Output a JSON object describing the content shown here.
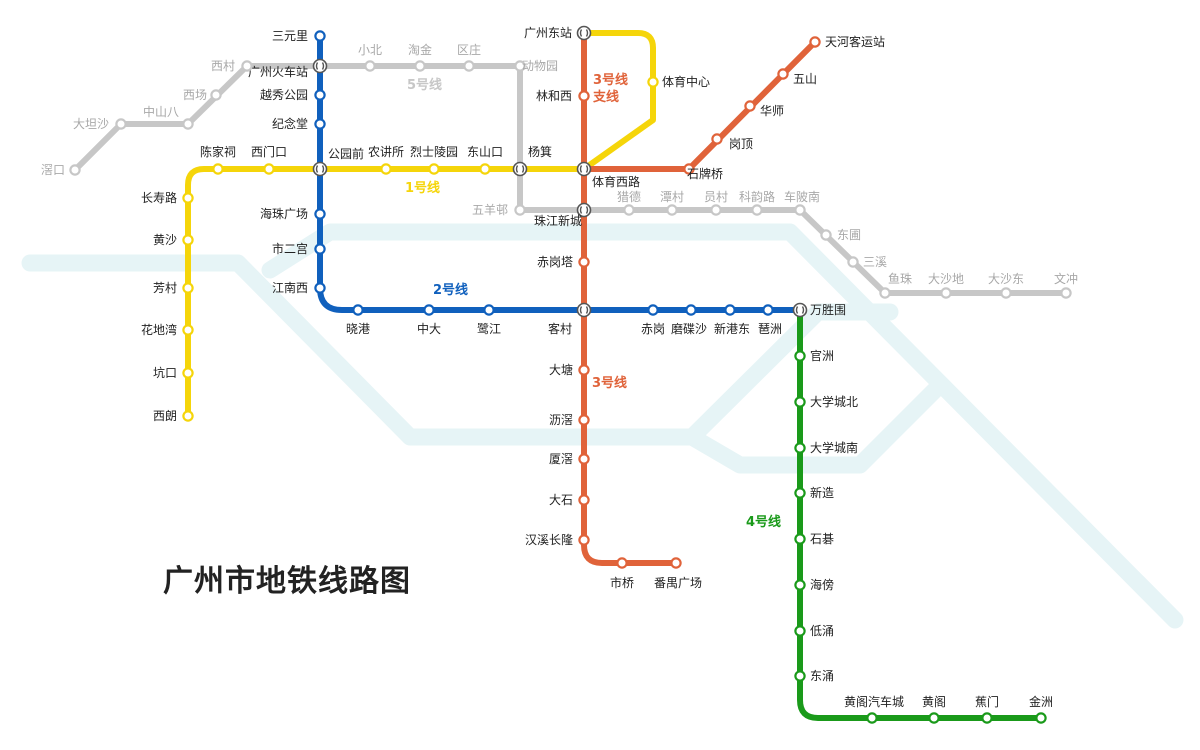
{
  "title": "广州市地铁线路图",
  "colors": {
    "line1": "#f5d50a",
    "line2": "#1060bd",
    "line3": "#e0633a",
    "line4": "#1a9a1a",
    "future": "#c7c7c7",
    "river": "#e6f4f6",
    "future_label": "#a8a8a8",
    "text": "#222222"
  },
  "line_labels": {
    "line1": "1号线",
    "line2": "2号线",
    "line3": "3号线",
    "line3_branch_a": "3号线",
    "line3_branch_b": "支线",
    "line4": "4号线",
    "line5": "5号线"
  },
  "stations": {
    "sanyuanli": "三元里",
    "guangzhou_railway": "广州火车站",
    "yuexiu_park": "越秀公园",
    "memorial_hall": "纪念堂",
    "gongyuanqian": "公园前",
    "haizhu_square": "海珠广场",
    "shi_er_gong": "市二宫",
    "jiangnanxi": "江南西",
    "xiaogang": "晓港",
    "zhongda": "中大",
    "lujiang": "鹭江",
    "kecun": "客村",
    "chigang": "赤岗",
    "mopansha": "磨碟沙",
    "xingangdong": "新港东",
    "pazhou": "琶洲",
    "wanshengwei": "万胜围",
    "chentangci": "陈家祠",
    "ximenkou": "西门口",
    "nongjiangsuo": "农讲所",
    "lieshilingyuan": "烈士陵园",
    "dongshankou": "东山口",
    "yangji": "杨箕",
    "tiyu_xilu": "体育西路",
    "changshou_lu": "长寿路",
    "huangsha": "黄沙",
    "fangcun": "芳村",
    "huadiwan": "花地湾",
    "kengkou": "坑口",
    "ximing": "西朗",
    "guangzhou_east": "广州东站",
    "tiyu_zhongxin": "体育中心",
    "linhexi": "林和西",
    "zhujiang_new_town": "珠江新城",
    "chigangta": "赤岗塔",
    "datang": "大塘",
    "lijiao": "沥滘",
    "xiajiao": "厦滘",
    "dashi": "大石",
    "hanxi_changlong": "汉溪长隆",
    "shiqiao": "市桥",
    "panyu_square": "番禺广场",
    "shipaiqiao": "石牌桥",
    "gangding": "岗顶",
    "huashi": "华师",
    "wushan": "五山",
    "tianhe_coach": "天河客运站",
    "guanzhou": "官洲",
    "univ_north": "大学城北",
    "univ_south": "大学城南",
    "xinzao": "新造",
    "shibei": "石碁",
    "haibang": "海傍",
    "dichong": "低涌",
    "dongchong": "东涌",
    "huangge_auto": "黄阁汽车城",
    "huangge": "黄阁",
    "jiaomen": "蕉门",
    "jinzhou": "金洲",
    "xicun": "西村",
    "xichang": "西场",
    "zhongshanba": "中山八",
    "dakansha": "大坦沙",
    "jiaokou": "滘口",
    "xiaobei": "小北",
    "taojin": "淘金",
    "ouzhuang": "区庄",
    "zoo": "动物园",
    "wuyangcun": "五羊邨",
    "liede": "猎德",
    "tancun": "潭村",
    "yuancun": "员村",
    "kecun_road": "科韵路",
    "chebeinan": "车陂南",
    "dongpu": "东圃",
    "sanxi": "三溪",
    "yuzhu": "鱼珠",
    "dashadi": "大沙地",
    "dashadong": "大沙东",
    "wenchong": "文冲"
  }
}
